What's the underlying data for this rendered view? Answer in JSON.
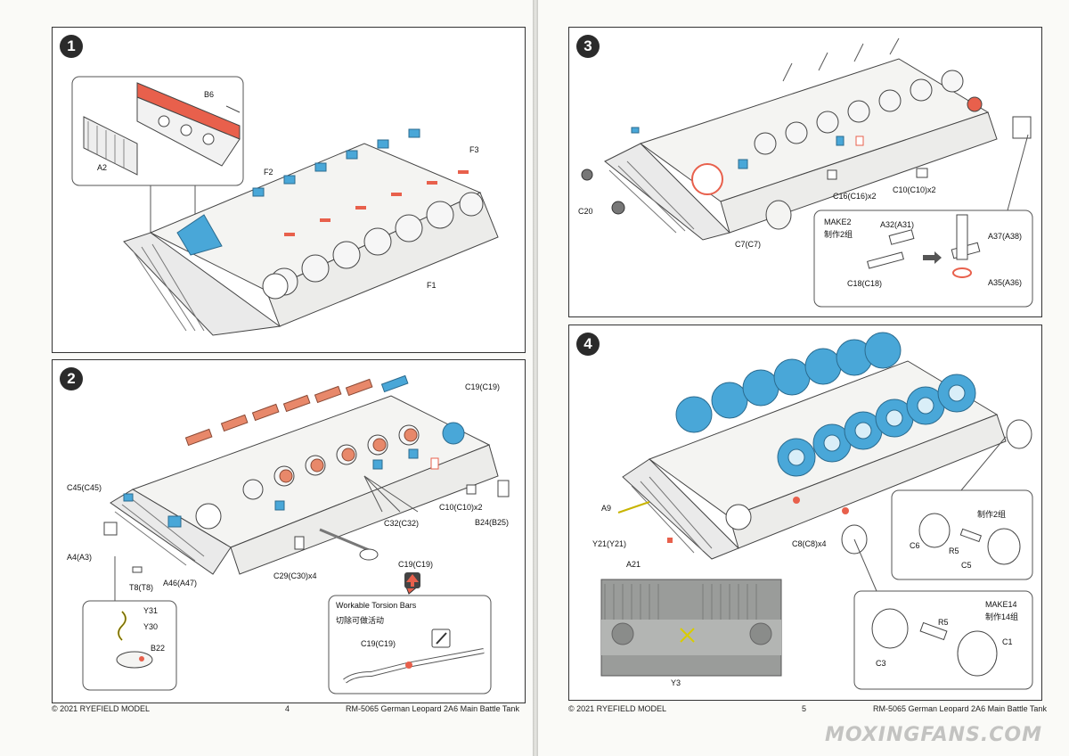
{
  "steps": {
    "s1": {
      "num": "1",
      "labels": {
        "B6": "B6",
        "A2": "A2",
        "F2": "F2",
        "F3": "F3",
        "F1": "F1"
      }
    },
    "s2": {
      "num": "2",
      "labels": {
        "C19a": "C19(C19)",
        "C45": "C45(C45)",
        "C10": "C10(C10)x2",
        "B24": "B24(B25)",
        "A4": "A4(A3)",
        "C32": "C32(C32)",
        "T8": "T8(T8)",
        "A46": "A46(A47)",
        "C29": "C29(C30)x4",
        "C19b": "C19(C19)",
        "Y31": "Y31",
        "Y30": "Y30",
        "B22": "B22"
      },
      "torsion": {
        "title": "Workable Torsion Bars",
        "subtitle": "切除可做活动",
        "part": "C19(C19)"
      }
    },
    "s3": {
      "num": "3",
      "labels": {
        "C16": "C16(C16)x2",
        "C10": "C10(C10)x2",
        "C20": "C20",
        "C7": "C7(C7)"
      },
      "make": {
        "title": "MAKE2",
        "subtitle": "制作2组",
        "A32": "A32(A31)",
        "A37": "A37(A38)",
        "C18": "C18(C18)",
        "A35": "A35(A36)"
      }
    },
    "s4": {
      "num": "4",
      "labels": {
        "A9": "A9",
        "Y21": "Y21(Y21)",
        "A21": "A21",
        "C8": "C8(C8)x4",
        "Y3": "Y3"
      },
      "make2": {
        "subtitle": "制作2组",
        "C6": "C6",
        "R5": "R5",
        "C5": "C5"
      },
      "make14": {
        "title": "MAKE14",
        "subtitle": "制作14组",
        "R5": "R5",
        "C1": "C1",
        "C3": "C3"
      }
    }
  },
  "footer": {
    "left_copyright": "© 2021 RYEFIELD MODEL",
    "left_page": "4",
    "left_title": "RM-5065 German Leopard 2A6 Main Battle Tank",
    "right_copyright": "© 2021 RYEFIELD MODEL",
    "right_page": "5",
    "right_title": "RM-5065 German Leopard 2A6 Main Battle Tank"
  },
  "watermark": "MOXINGFANS.COM",
  "colors": {
    "red": "#e8604c",
    "blue": "#49a7d8",
    "orange": "#e8886a",
    "hull": "#f4f4f2",
    "line": "#444444"
  }
}
